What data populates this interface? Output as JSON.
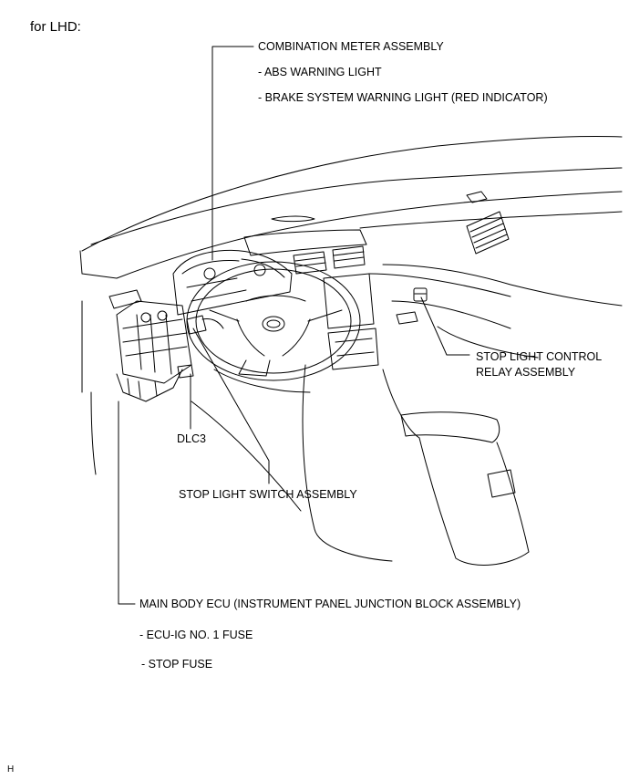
{
  "heading": "for LHD:",
  "labels": {
    "combination_meter": "COMBINATION METER ASSEMBLY",
    "abs_light": "- ABS WARNING LIGHT",
    "brake_light": "- BRAKE SYSTEM WARNING LIGHT (RED INDICATOR)",
    "stop_relay_line1": "STOP LIGHT CONTROL",
    "stop_relay_line2": "RELAY ASSEMBLY",
    "dlc3": "DLC3",
    "stop_switch": "STOP LIGHT SWITCH ASSEMBLY",
    "main_body_ecu": "MAIN BODY ECU (INSTRUMENT PANEL JUNCTION BLOCK ASSEMBLY)",
    "ecu_ig_fuse": "- ECU-IG NO. 1 FUSE",
    "stop_fuse": "- STOP FUSE"
  },
  "footer_code": "H"
}
